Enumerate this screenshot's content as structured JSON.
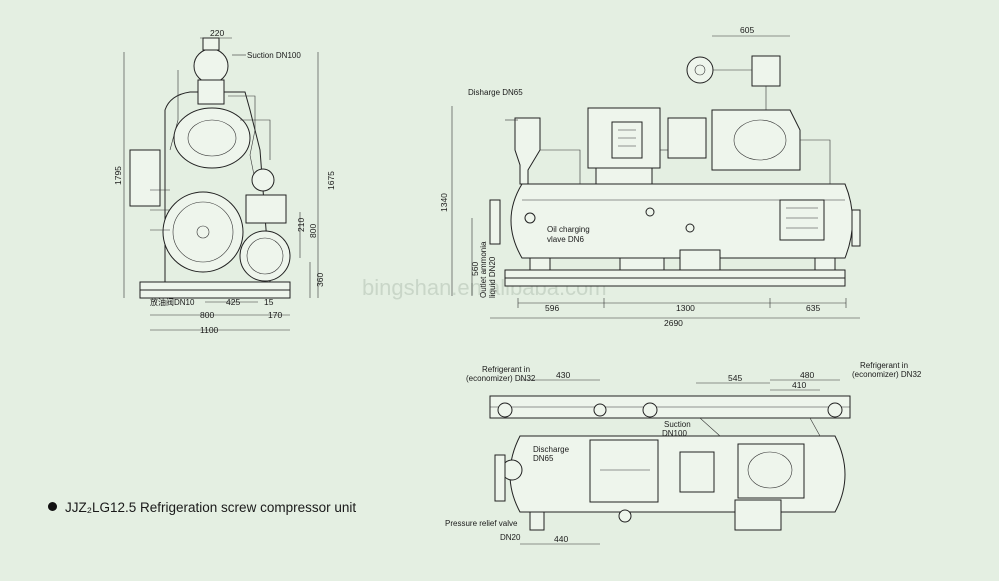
{
  "caption": "JJZ₂LG12.5 Refrigeration screw compressor unit",
  "watermark": "bingshan.en.alibaba.com",
  "side_view": {
    "labels": {
      "suction": "Suction DN100",
      "oil_drain": "放油阀DN10"
    },
    "dims": {
      "top_width": "220",
      "overall_height": "1795",
      "right_height": "1675",
      "d210": "210",
      "d800": "800",
      "d360": "360",
      "d425": "425",
      "d15": "15",
      "d800b": "800",
      "d170": "170",
      "d1100": "1100"
    }
  },
  "front_view": {
    "labels": {
      "discharge": "Disharge DN65",
      "oil_charging": "Oil charging",
      "oil_valve": "vlave DN6",
      "outlet_line1": "Outlet ammonia",
      "outlet_line2": "liquid DN20"
    },
    "dims": {
      "d605": "605",
      "d1340": "1340",
      "d560": "560",
      "d596": "596",
      "d1300": "1300",
      "d635": "635",
      "d2690": "2690"
    }
  },
  "top_view": {
    "labels": {
      "refrigerant_left_1": "Refrigerant in",
      "refrigerant_left_2": "(economizer) DN32",
      "refrigerant_right_1": "Refrigerant in",
      "refrigerant_right_2": "(economizer) DN32",
      "suction_1": "Suction",
      "suction_2": "DN100",
      "discharge_1": "Discharge",
      "discharge_2": "DN65",
      "pressure_valve": "Pressure relief valve",
      "pressure_dn": "DN20"
    },
    "dims": {
      "d430": "430",
      "d545": "545",
      "d480": "480",
      "d410": "410",
      "d440": "440"
    }
  }
}
